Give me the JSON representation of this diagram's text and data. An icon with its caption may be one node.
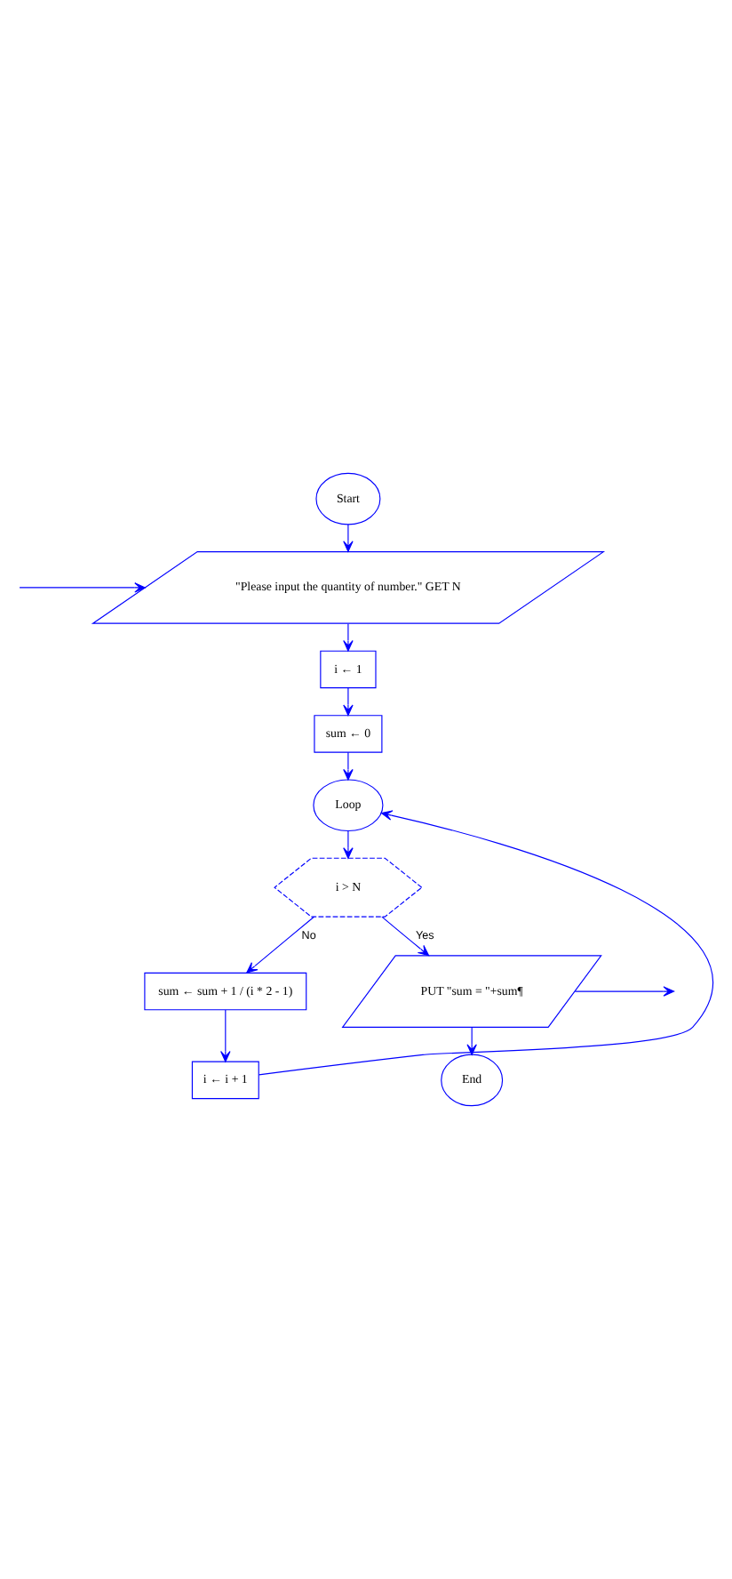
{
  "diagram": {
    "nodes": [
      {
        "text": [
          "Start"
        ]
      },
      {
        "text": [
          "\"Please input the quantity of number.\" GET N"
        ]
      },
      {
        "text": [
          "i ← 1"
        ]
      },
      {
        "text": [
          "sum ← 0"
        ]
      },
      {
        "text": [
          "Loop"
        ]
      },
      {
        "text": [
          "i > N"
        ]
      },
      {
        "text": [
          "sum ← sum + 1 / (i * 2 - 1)"
        ]
      },
      {
        "text": [
          "i ← i + 1"
        ]
      },
      {
        "text": [
          "PUT \"sum = \"+sum¶"
        ]
      },
      {
        "text": [
          "End"
        ]
      }
    ],
    "edges": [
      {
        "from": 0,
        "to": 1,
        "arrow": "to"
      },
      {
        "from": null,
        "to": 1,
        "arrow": "to"
      },
      {
        "from": 1,
        "to": 2,
        "arrow": "to"
      },
      {
        "from": 2,
        "to": 3,
        "arrow": "to"
      },
      {
        "from": 3,
        "to": 4,
        "arrow": "to"
      },
      {
        "from": 4,
        "to": 5,
        "arrow": "to"
      },
      {
        "from": 5,
        "to": 6,
        "arrow": "to",
        "label": "No"
      },
      {
        "from": 6,
        "to": 7,
        "arrow": "to"
      },
      {
        "from": 7,
        "to": 4,
        "arrow": "to"
      },
      {
        "from": 5,
        "to": 8,
        "arrow": "to",
        "label": "Yes"
      },
      {
        "from": 8,
        "to": null,
        "arrow": "to"
      },
      {
        "from": 8,
        "to": 9,
        "arrow": "to"
      }
    ]
  }
}
